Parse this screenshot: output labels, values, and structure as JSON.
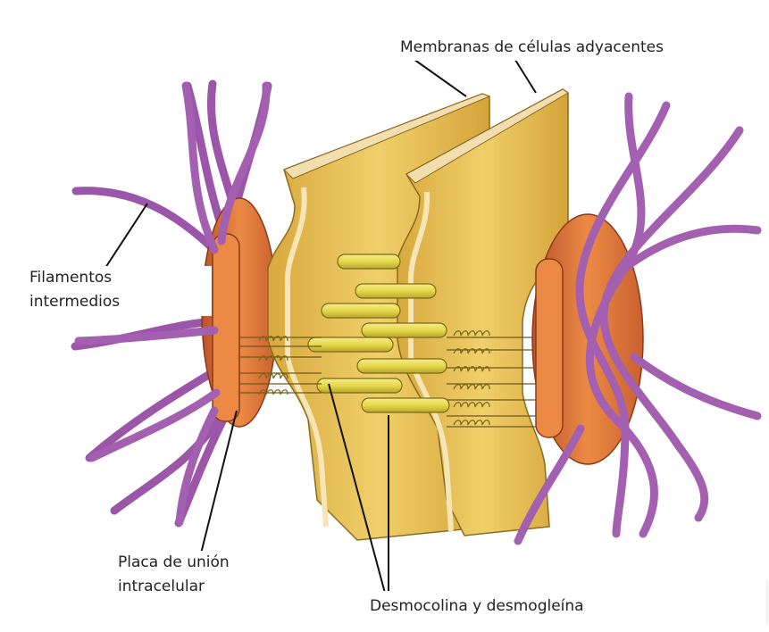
{
  "labels": {
    "membranas": "Membranas de células adyacentes",
    "filamentos_line1": "Filamentos",
    "filamentos_line2": "intermedios",
    "placa_line1": "Placa de unión",
    "placa_line2": "intracelular",
    "desmo": "Desmocolina y desmogleína"
  },
  "colors": {
    "membrane": "#e8c25a",
    "membrane_dark": "#c99a2e",
    "membrane_light": "#f3deb0",
    "plaque": "#e8783a",
    "plaque_dark": "#b8522a",
    "filament": "#a35fb0",
    "filament_dark": "#6e2f80",
    "cadherin": "#e6d84a"
  }
}
